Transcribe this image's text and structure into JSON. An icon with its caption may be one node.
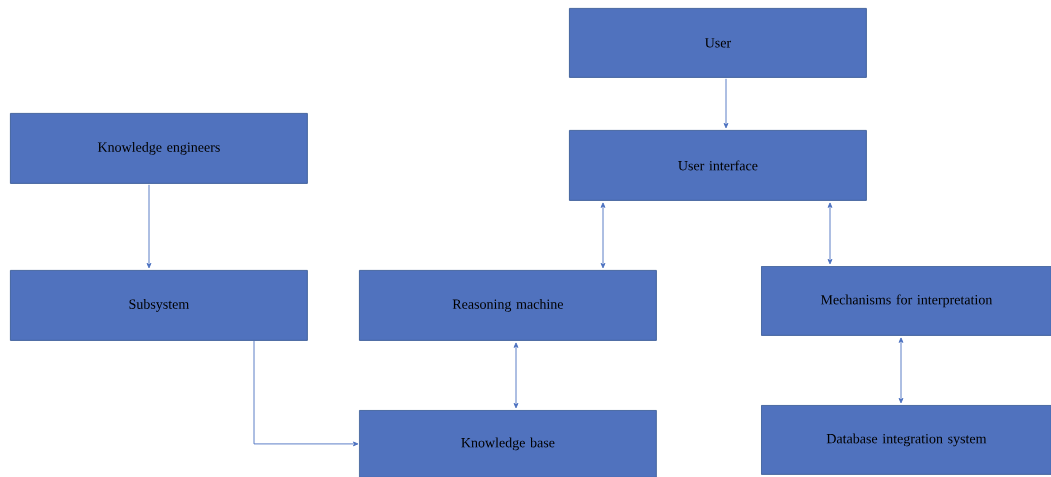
{
  "diagram": {
    "nodes": [
      {
        "text": [
          "User"
        ]
      },
      {
        "text": [
          "Knowledge engineers"
        ]
      },
      {
        "text": [
          "User interface"
        ]
      },
      {
        "text": [
          "Subsystem"
        ]
      },
      {
        "text": [
          "Reasoning machine"
        ]
      },
      {
        "text": [
          "Mechanisms for interpretation"
        ]
      },
      {
        "text": [
          "Knowledge base"
        ]
      },
      {
        "text": [
          "Database integration system"
        ]
      }
    ],
    "edges": [
      {
        "from": 0,
        "to": 2,
        "arrow": "to"
      },
      {
        "from": 1,
        "to": 3,
        "arrow": "to"
      },
      {
        "from": 2,
        "to": 4,
        "arrow": "both"
      },
      {
        "from": 2,
        "to": 5,
        "arrow": "both"
      },
      {
        "from": 3,
        "to": 6,
        "arrow": "to"
      },
      {
        "from": 4,
        "to": 6,
        "arrow": "both"
      },
      {
        "from": 5,
        "to": 7,
        "arrow": "both"
      }
    ]
  }
}
